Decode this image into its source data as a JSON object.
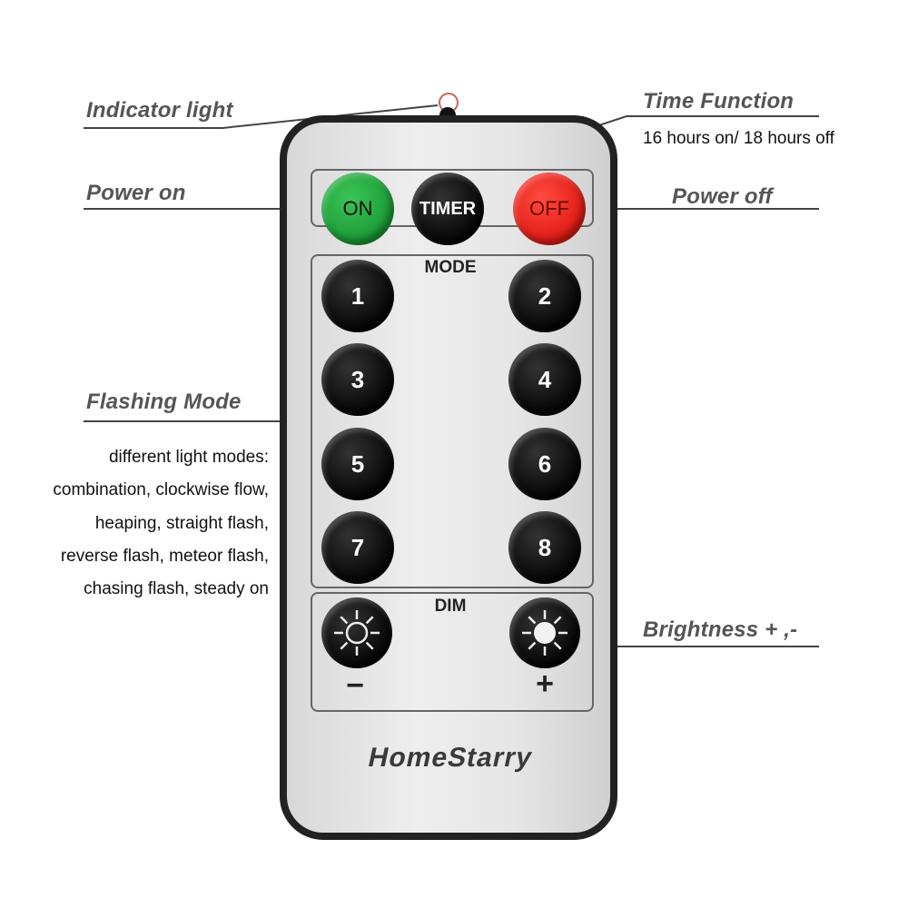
{
  "callouts": {
    "indicator": "Indicator light",
    "time_function": "Time Function",
    "time_detail": "16 hours on/ 18 hours off",
    "power_on": "Power on",
    "power_off": "Power off",
    "flashing_mode": "Flashing Mode",
    "brightness": "Brightness + ,-"
  },
  "modes_description": [
    "different light modes:",
    "combination, clockwise flow,",
    "heaping, straight flash,",
    "reverse flash, meteor flash,",
    "chasing flash, steady on"
  ],
  "remote": {
    "on": "ON",
    "timer": "TIMER",
    "off": "OFF",
    "mode_label": "MODE",
    "modes": [
      "1",
      "2",
      "3",
      "4",
      "5",
      "6",
      "7",
      "8"
    ],
    "dim_label": "DIM",
    "minus": "−",
    "plus": "+",
    "brand": "HomeStarry"
  },
  "colors": {
    "on": "#1fa23a",
    "off": "#e8231c",
    "line": "#444444"
  }
}
